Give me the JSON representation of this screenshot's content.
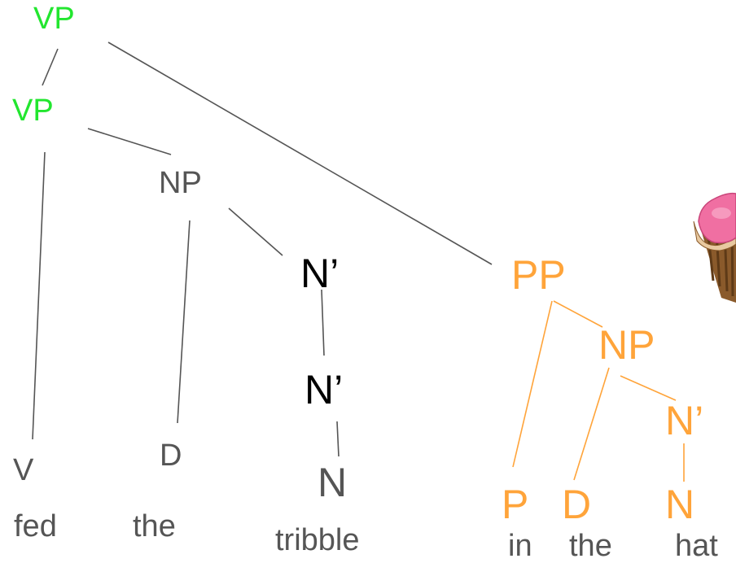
{
  "colors": {
    "vp": "#22e62f",
    "np_dp": "#555555",
    "nbar": "#000000",
    "pp": "#ffa43a",
    "line_gray": "#555555",
    "line_orange": "#ffa43a"
  },
  "nodes": {
    "vp_top": "VP",
    "vp_inner": "VP",
    "np_object": "NP",
    "nbar_upper": "N’",
    "nbar_lower": "N’",
    "n_object": "N",
    "v": "V",
    "d_object": "D",
    "pp": "PP",
    "np_pp": "NP",
    "nbar_pp": "N’",
    "p": "P",
    "d_pp": "D",
    "n_pp": "N"
  },
  "words": {
    "fed": "fed",
    "the_1": "the",
    "tribble": "tribble",
    "in": "in",
    "the_2": "the",
    "hat": "hat"
  },
  "image": {
    "icon": "cupcake-icon"
  }
}
